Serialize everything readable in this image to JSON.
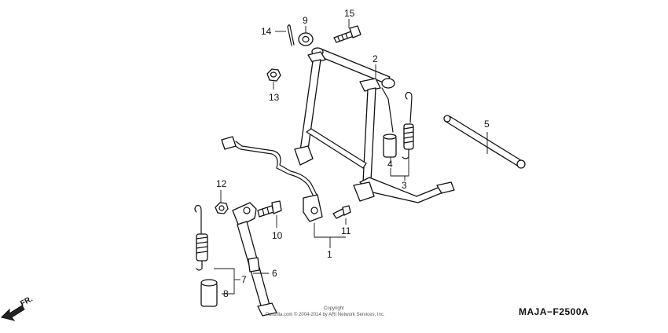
{
  "diagram_code": "MAJA−F2500A",
  "copyright": {
    "line1": "Copyright",
    "line2": "Partzilla.com © 2004-2014 by ARI Network Services, Inc."
  },
  "direction_label": "FR.",
  "callouts": [
    "1",
    "2",
    "3",
    "4",
    "5",
    "6",
    "7",
    "8",
    "9",
    "10",
    "11",
    "12",
    "13",
    "14",
    "15"
  ]
}
